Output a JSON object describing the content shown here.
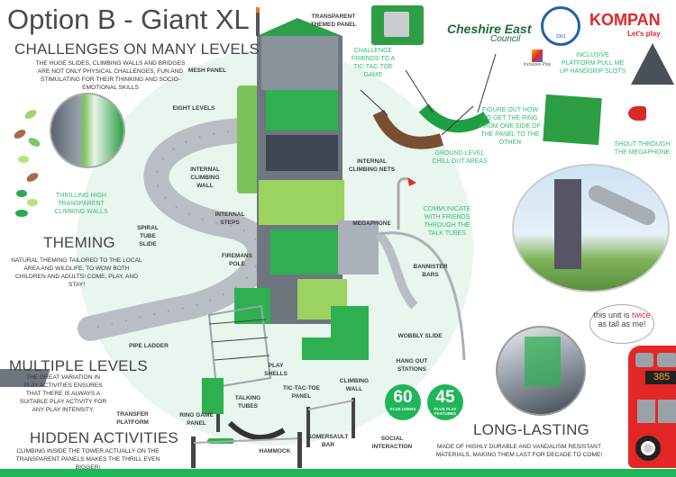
{
  "title": "Option B - Giant XL",
  "sections": {
    "challenges": {
      "heading": "CHALLENGES ON MANY LEVELS",
      "body": "THE HUGE SLIDES, CLIMBING WALLS AND BRIDGES ARE NOT ONLY PHYSICAL CHALLENGES, FUN AND STIMULATING FOR THEIR THINKING AND SOCIO-EMOTIONAL SKILLS"
    },
    "theming": {
      "heading": "THEMING",
      "body": "NATURAL THEMING TAILORED TO THE LOCAL AREA AND WILDLIFE, TO WOW BOTH CHILDREN AND ADULTS! COME, PLAY, AND STAY!"
    },
    "multiple_levels": {
      "heading": "MULTIPLE LEVELS",
      "body": "THE GREAT VARIATION IN PLAY ACTIVITIES ENSURES THAT THERE IS ALWAYS A SUITABLE PLAY ACTIVITY FOR ANY PLAY INTENSITY."
    },
    "hidden": {
      "heading": "HIDDEN ACTIVITIES",
      "body": "CLIMBING INSIDE THE TOWER ACTUALLY ON THE TRANSPARENT PANELS MAKES THE THRILL EVEN BIGGER!"
    },
    "long_lasting": {
      "heading": "LONG-LASTING",
      "body": "MADE OF HIGHLY DURABLE AND VANDALISM RESISTANT MATERIALS, MAKING THEM LAST FOR DECADE TO COME!"
    }
  },
  "labels": {
    "mesh_panel": "MESH PANEL",
    "eight_levels": "EIGHT LEVELS",
    "internal_climbing_wall": "INTERNAL CLIMBING WALL",
    "internal_steps": "INTERNAL STEPS",
    "spiral_tube_slide": "SPIRAL TUBE SLIDE",
    "firemans_pole": "FIREMANS POLE",
    "pipe_ladder": "PIPE LADDER",
    "transfer_platform": "TRANSFER PLATFORM",
    "ring_game_panel": "RING GAME PANEL",
    "talking_tubes": "TALKING TUBES",
    "play_shells": "PLAY SHELLS",
    "tic_tac_toe_panel": "TIC-TAC-TOE PANEL",
    "climbing_wall": "CLIMBING WALL",
    "hammock": "HAMMOCK",
    "somersault_bar": "SOMERSAULT BAR",
    "social_interaction": "SOCIAL INTERACTION",
    "hang_out_stations": "HANG OUT STATIONS",
    "wobbly_slide": "WOBBLY SLIDE",
    "bannister_bars": "BANNISTER BARS",
    "megaphone": "MEGAPHONE",
    "internal_climbing_nets": "INTERNAL CLIMBING NETS",
    "transparent_themed_panel": "TRANSPARENT THEMED PANEL"
  },
  "captions": {
    "climbing_walls": "THRILLING HIGH TRANSPARENT CLIMBING WALLS",
    "tic_tac_toe": "CHALLENGE FRIENDS TO A TIC-TAC-TOE GAME",
    "chill_out": "GROUND LEVEL CHILL OUT AREAS",
    "talk_tubes": "COMMUNICATE WITH FRIENDS THROUGH THE TALK TUBES",
    "ring": "FIGURE OUT HOW TO GET THE RING FROM ONE SIDE OF THE PANEL TO THE OTHER",
    "handgrip": "INCLUSIVE PLATFORM PULL ME UP HANDGRIP SLOTS",
    "megaphone": "SHOUT THROUGH THE MEGAPHONE"
  },
  "logos": {
    "council_name": "Cheshire East",
    "council_sub": "Council",
    "kompan": "KOMPAN",
    "kompan_tag": "Let's play",
    "inclusive": "Inclusive Play",
    "crest_year": "1961"
  },
  "stats": [
    {
      "value": "60",
      "label": "PLUS USERS"
    },
    {
      "value": "45",
      "label": "PLUS PLAY FEATURES"
    }
  ],
  "bubble": {
    "pre": "this unit is ",
    "emph": "twice",
    "post": " as tall as me!"
  },
  "bus_number": "385",
  "colors": {
    "green": "#1fb65a",
    "caption_green": "#2ec26a",
    "red": "#e32626"
  }
}
